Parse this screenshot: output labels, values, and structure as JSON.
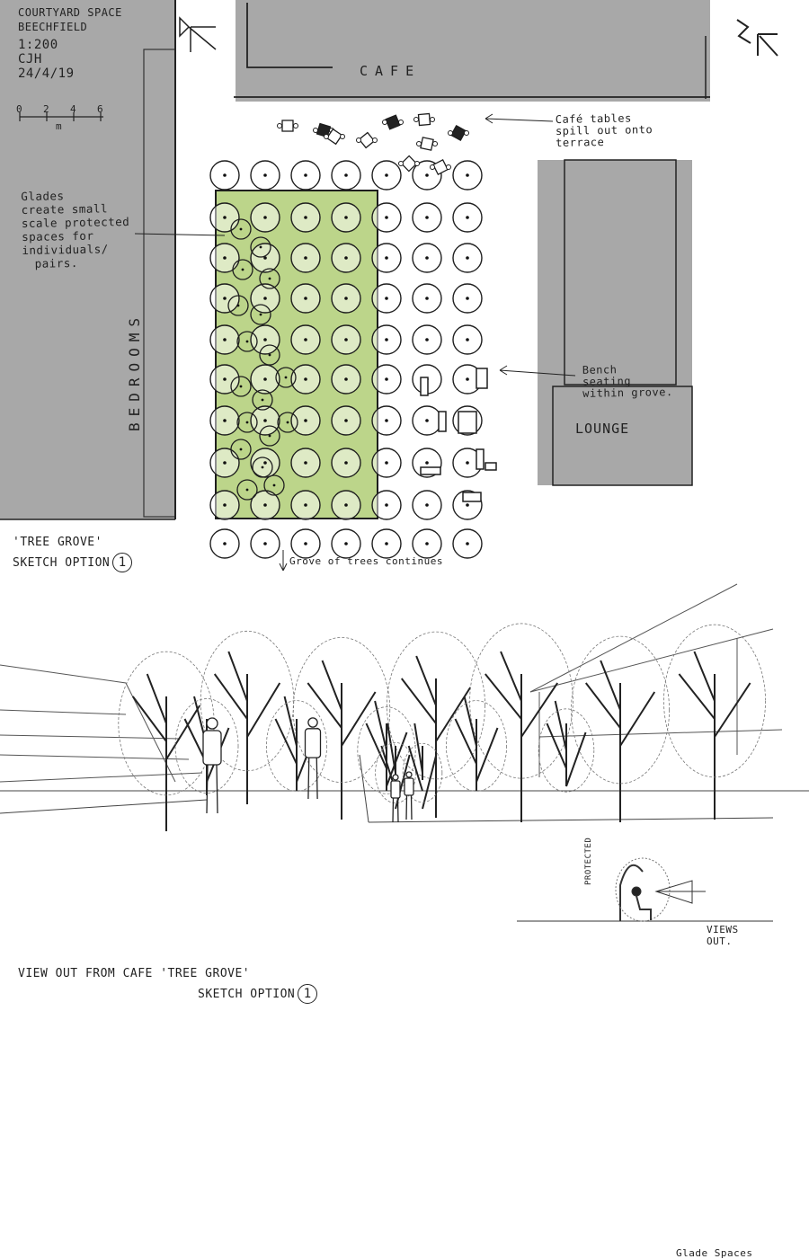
{
  "title_block": {
    "line1": "COURTYARD SPACE",
    "line2": "BEECHFIELD",
    "scale": "1:200",
    "initials": "CJH",
    "date": "24/4/19",
    "scale_bar_ticks": [
      "0",
      "2",
      "4",
      "6"
    ],
    "scale_bar_unit": "m"
  },
  "buildings": {
    "cafe": "CAFE",
    "bedrooms": "BEDROOMS",
    "lounge": "LOUNGE"
  },
  "annotations": {
    "cafe_tables": [
      "Café tables",
      "spill out onto",
      "terrace"
    ],
    "glades": [
      "Glades",
      "create small",
      "scale protected",
      "spaces for",
      "individuals/",
      "pairs."
    ],
    "bench": [
      "Bench",
      "seating",
      "within grove."
    ],
    "grove_continues": "Grove of trees continues"
  },
  "option_label_plan": {
    "line1": "'TREE GROVE'",
    "line2": "SKETCH OPTION",
    "number": "1"
  },
  "option_label_view": {
    "line1": "VIEW OUT FROM CAFE  'TREE GROVE'",
    "line2": "SKETCH OPTION",
    "number": "1"
  },
  "glade_inset": {
    "protected": "PROTECTED",
    "views_out": [
      "VIEWS",
      "OUT."
    ],
    "caption": "Glade Spaces"
  },
  "colors": {
    "building": "#a8a8a8",
    "lawn": "#bcd58a",
    "ink": "#1e1e1e"
  }
}
